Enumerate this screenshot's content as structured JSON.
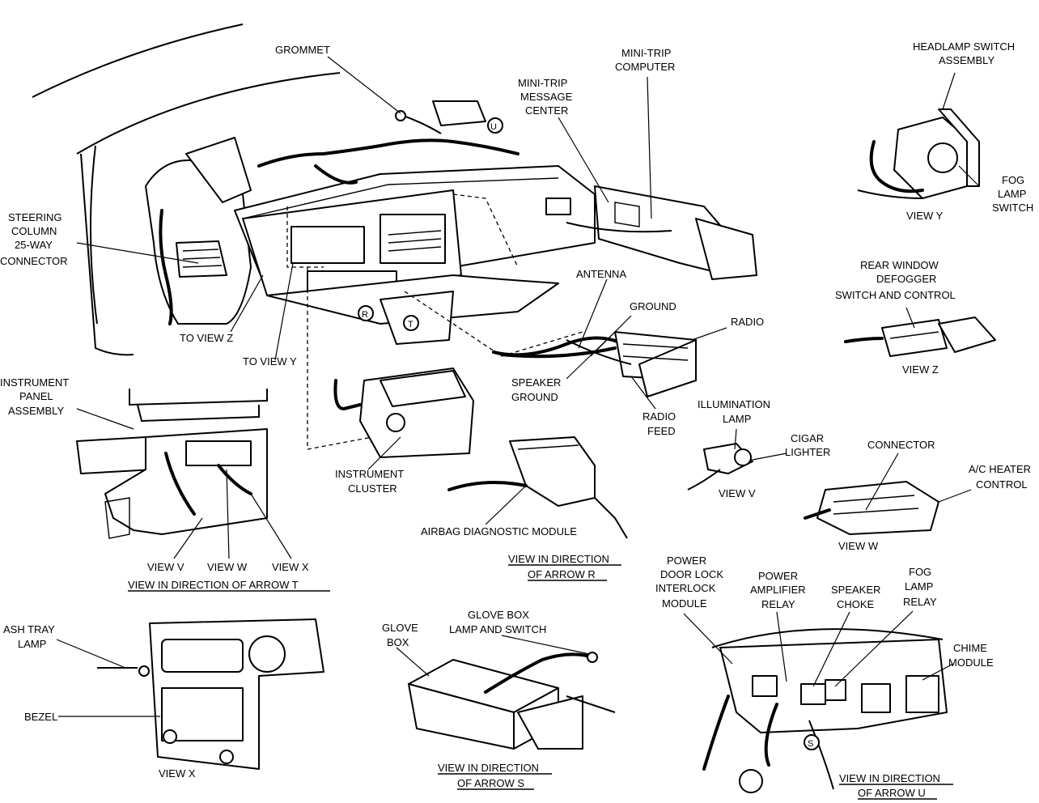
{
  "labels": {
    "grommet": "GROMMET",
    "mini_trip_computer": [
      "MINI-TRIP",
      "COMPUTER"
    ],
    "mini_trip_message_center": [
      "MINI-TRIP",
      "MESSAGE",
      "CENTER"
    ],
    "headlamp_switch_assembly": [
      "HEADLAMP SWITCH",
      "ASSEMBLY"
    ],
    "fog_lamp_switch": [
      "FOG",
      "LAMP",
      "SWITCH"
    ],
    "view_y": "VIEW Y",
    "steering_column_connector": [
      "STEERING",
      "COLUMN",
      "25-WAY",
      "CONNECTOR"
    ],
    "to_view_z": "TO VIEW Z",
    "to_view_y": "TO VIEW Y",
    "antenna": "ANTENNA",
    "ground": "GROUND",
    "radio": "RADIO",
    "rear_window_defogger": [
      "REAR WINDOW",
      "DEFOGGER",
      "SWITCH AND CONTROL"
    ],
    "view_z": "VIEW Z",
    "speaker_ground": [
      "SPEAKER",
      "GROUND"
    ],
    "radio_feed": [
      "RADIO",
      "FEED"
    ],
    "illumination_lamp": [
      "ILLUMINATION",
      "LAMP"
    ],
    "cigar_lighter": [
      "CIGAR",
      "LIGHTER"
    ],
    "view_v_small": "VIEW V",
    "connector": "CONNECTOR",
    "ac_heater_control": [
      "A/C HEATER",
      "CONTROL"
    ],
    "view_w_small": "VIEW W",
    "instrument_panel_assembly": [
      "INSTRUMENT",
      "PANEL",
      "ASSEMBLY"
    ],
    "instrument_cluster": [
      "INSTRUMENT",
      "CLUSTER"
    ],
    "airbag_diagnostic_module": "AIRBAG DIAGNOSTIC MODULE",
    "view_in_direction_arrow_r": [
      "VIEW IN DIRECTION",
      "OF ARROW R"
    ],
    "view_v": "VIEW V",
    "view_w": "VIEW W",
    "view_x": "VIEW X",
    "view_in_direction_arrow_t": "VIEW IN DIRECTION OF ARROW  T",
    "power_door_lock_module": [
      "POWER",
      "DOOR LOCK",
      "INTERLOCK",
      "MODULE"
    ],
    "power_amplifier_relay": [
      "POWER",
      "AMPLIFIER",
      "RELAY"
    ],
    "speaker_choke": [
      "SPEAKER",
      "CHOKE"
    ],
    "fog_lamp_relay": [
      "FOG",
      "LAMP",
      "RELAY"
    ],
    "chime_module": [
      "CHIME",
      "MODULE"
    ],
    "ash_tray_lamp": [
      "ASH TRAY",
      "LAMP"
    ],
    "bezel": "BEZEL",
    "view_x_bottom": "VIEW X",
    "glove_box": [
      "GLOVE",
      "BOX"
    ],
    "glove_box_lamp_switch": [
      "GLOVE BOX",
      "LAMP AND SWITCH"
    ],
    "view_in_direction_arrow_s": [
      "VIEW IN DIRECTION",
      "OF ARROW S"
    ],
    "view_in_direction_arrow_u": [
      "VIEW IN DIRECTION",
      "OF ARROW U"
    ]
  },
  "arrow_markers": {
    "u": "U",
    "r": "R",
    "t": "T",
    "s": "S"
  }
}
